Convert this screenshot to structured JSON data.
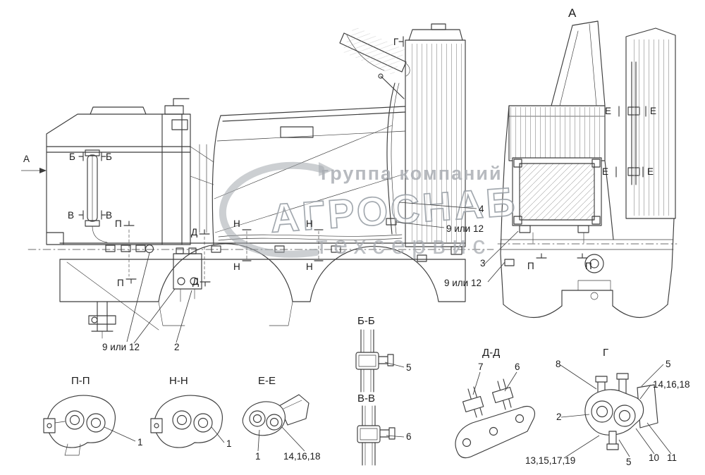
{
  "watermark": {
    "top": "группа компаний",
    "main": "АГРОСНАБ",
    "bottom": "техсервис"
  },
  "marks": {
    "a": "А",
    "b": "Б",
    "v": "В",
    "g": "Г",
    "d": "Д",
    "e": "Е",
    "n": "Н",
    "p": "П"
  },
  "callouts": {
    "c1": "1",
    "c2": "2",
    "c3": "3",
    "c4": "4",
    "c5": "5",
    "c6": "6",
    "c7": "7",
    "c8": "8",
    "c10": "10",
    "c11": "11",
    "c9_12": "9 или 12",
    "c14": "14,16,18",
    "c13": "13,15,17,19"
  },
  "details": {
    "pp": "П-П",
    "nn": "Н-Н",
    "ee": "Е-Е",
    "bb": "Б-Б",
    "vv": "В-В",
    "dd": "Д-Д",
    "gg": "Г"
  }
}
